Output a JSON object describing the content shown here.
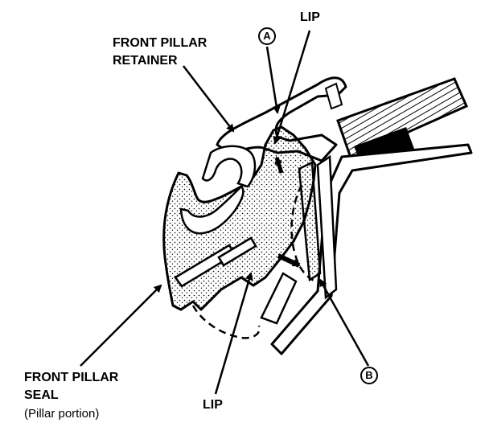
{
  "labels": {
    "retainer_line1": "FRONT PILLAR",
    "retainer_line2": "RETAINER",
    "seal_line1": "FRONT PILLAR",
    "seal_line2": "SEAL",
    "seal_line3": "(Pillar portion)",
    "lip_top": "LIP",
    "lip_bottom": "LIP"
  },
  "callouts": {
    "a": "A",
    "b": "B"
  }
}
